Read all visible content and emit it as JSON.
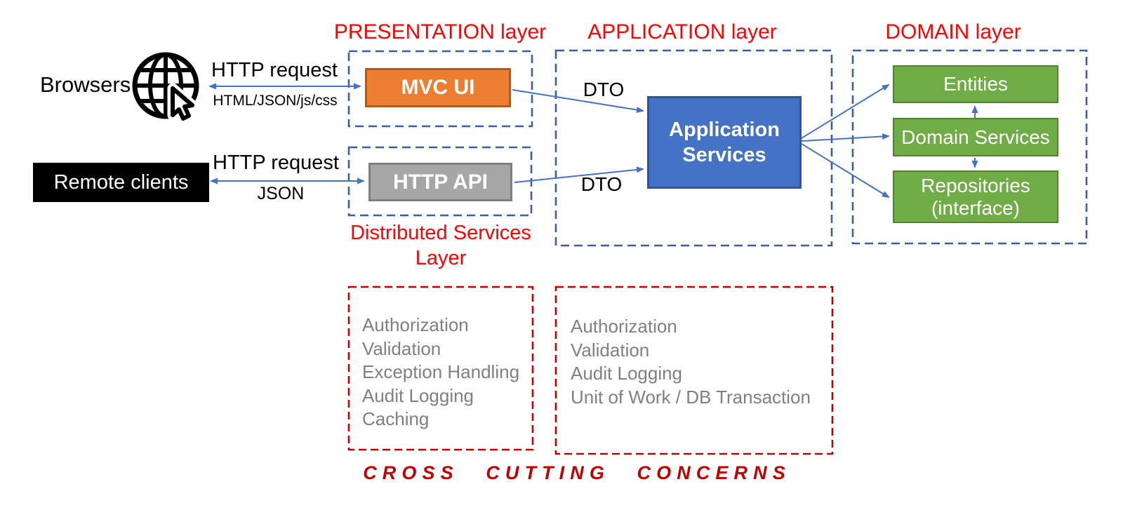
{
  "layers": {
    "presentation": {
      "title": "PRESENTATION layer"
    },
    "application": {
      "title": "APPLICATION layer"
    },
    "domain": {
      "title": "DOMAIN layer"
    },
    "distributed": {
      "title": "Distributed Services Layer"
    }
  },
  "actors": {
    "browsers": "Browsers",
    "remote_clients": "Remote clients"
  },
  "boxes": {
    "mvc_ui": "MVC UI",
    "http_api": "HTTP API",
    "application_services": "Application Services",
    "entities": "Entities",
    "domain_services": "Domain Services",
    "repositories": "Repositories (interface)"
  },
  "arrows": {
    "browser_top": "HTTP request",
    "browser_bottom": "HTML/JSON/js/css",
    "remote_top": "HTTP request",
    "remote_bottom": "JSON",
    "dto_upper": "DTO",
    "dto_lower": "DTO"
  },
  "cross_cutting": {
    "caption": "CROSS CUTTING CONCERNS",
    "left_items": [
      "Authorization",
      "Validation",
      "Exception Handling",
      "Audit Logging",
      "Caching"
    ],
    "right_items": [
      "Authorization",
      "Validation",
      "Audit Logging",
      "Unit of Work / DB Transaction"
    ]
  },
  "icons": {
    "browsers_icon": "globe-with-cursor-icon"
  },
  "colors": {
    "title-red": "#FF0000",
    "dash-red": "#C00000",
    "dash-blue": "#3A5F9E",
    "arrow-blue": "#4472C4",
    "orange-fill": "#ED7D31",
    "orange-border": "#AE5A21",
    "gray-fill": "#A6A6A6",
    "gray-border": "#7F7F7F",
    "blue-fill": "#4472C4",
    "blue-border": "#2F5597",
    "green-fill": "#70AD47",
    "green-border": "#548235",
    "muted-text": "#808080"
  }
}
